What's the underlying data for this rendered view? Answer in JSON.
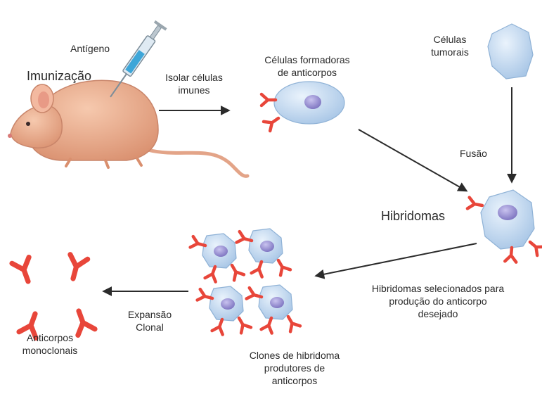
{
  "labels": {
    "antigeno": "Antígeno",
    "imunizacao": "Imunização",
    "isolar": [
      "Isolar células",
      "imunes"
    ],
    "celulas_formadoras": [
      "Células formadoras",
      "de anticorpos"
    ],
    "celulas_tumorais": [
      "Células",
      "tumorais"
    ],
    "fusao": "Fusão",
    "hibridomas": "Hibridomas",
    "hibridomas_selecionados": [
      "Hibridomas selecionados para",
      "produção do anticorpo",
      "desejado"
    ],
    "clones": [
      "Clones de hibridoma",
      "produtores de",
      "anticorpos"
    ],
    "expansao": [
      "Expansão",
      "Clonal"
    ],
    "anticorpos_monoclonais": [
      "Anticorpos",
      "monoclonais"
    ]
  },
  "colors": {
    "antibody": "#e8463a",
    "cell_fill": "#b9d4ee",
    "cell_stroke": "#8fb2d6",
    "nucleus": "#8a82c9",
    "mouse": "#e8a88a",
    "arrow": "#2b2b2b"
  }
}
